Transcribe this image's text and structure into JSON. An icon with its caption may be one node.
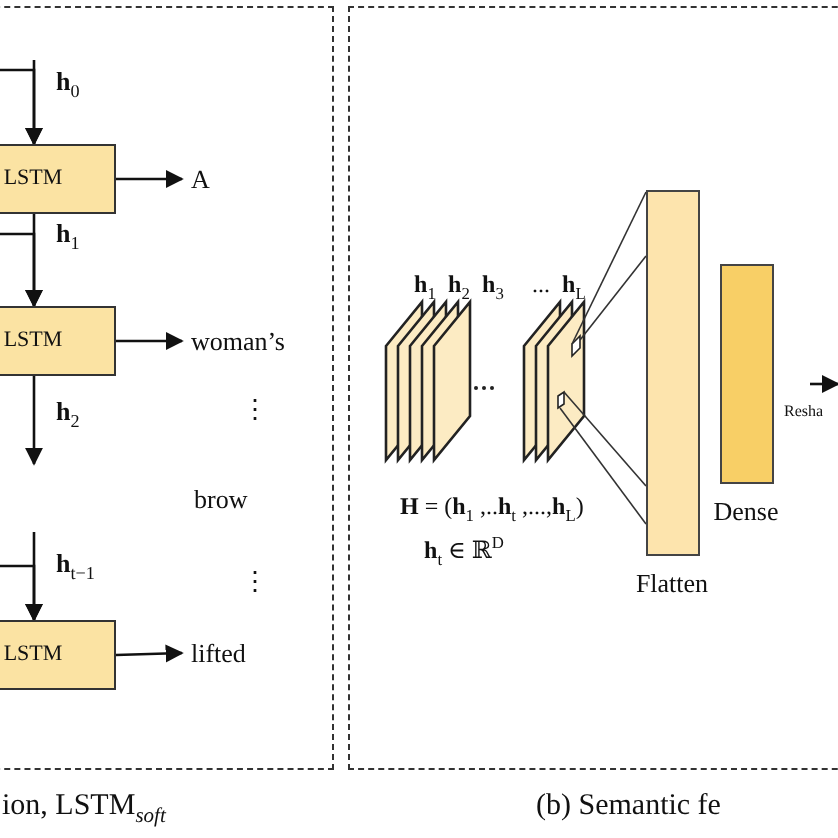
{
  "diagram": {
    "nodes": [
      {
        "text": [],
        "shape": "box"
      },
      {
        "text": [
          "LSTM"
        ],
        "in": 0
      },
      {
        "text": [
          "LSTM"
        ],
        "in": 0
      },
      {
        "text": [
          "LSTM"
        ],
        "in": 0
      },
      {
        "text": [
          "A"
        ],
        "in": 0
      },
      {
        "text": [
          "woman’s"
        ],
        "in": 0
      },
      {
        "text": [
          "lifted"
        ],
        "in": 0
      },
      {
        "text": [],
        "shape": "box"
      },
      {
        "text": [
          "Flatten"
        ],
        "in": 7
      },
      {
        "text": [
          "Dense"
        ],
        "in": 7
      }
    ],
    "edges": [
      {
        "from": null,
        "to": 1,
        "arrow": "to",
        "label": "**h**$_{0}$"
      },
      {
        "from": null,
        "to": 1,
        "arrow": "to"
      },
      {
        "from": 1,
        "to": 2,
        "arrow": "to",
        "label": "**h**$_{1}$"
      },
      {
        "from": null,
        "to": 2,
        "arrow": "to"
      },
      {
        "from": 2,
        "to": null,
        "arrow": "to",
        "label": "**h**$_{2}$"
      },
      {
        "from": null,
        "to": 3,
        "arrow": "to",
        "label": "**h**$_{t−1}$"
      },
      {
        "from": null,
        "to": 3,
        "arrow": "to"
      },
      {
        "from": 1,
        "to": 4,
        "arrow": "to"
      },
      {
        "from": 2,
        "to": 5,
        "arrow": "to"
      },
      {
        "from": 3,
        "to": 6,
        "arrow": "to"
      }
    ],
    "labels": [
      "⋮",
      "brow",
      "⋮",
      "**h**$_{1}$",
      "**h**$_{2}$",
      "**h**$_{3}$",
      "...",
      "**h**$_{L}$",
      "**H** = (**h**$_{1}$ ,..**h**$_{t}$ ,...,**h**$_{L}$)",
      "**h**$_{t}$ ∈ ℝ$^{D}$",
      "Resha",
      "ion, LSTM$_{soft}$",
      "(b) Semantic fe"
    ]
  }
}
